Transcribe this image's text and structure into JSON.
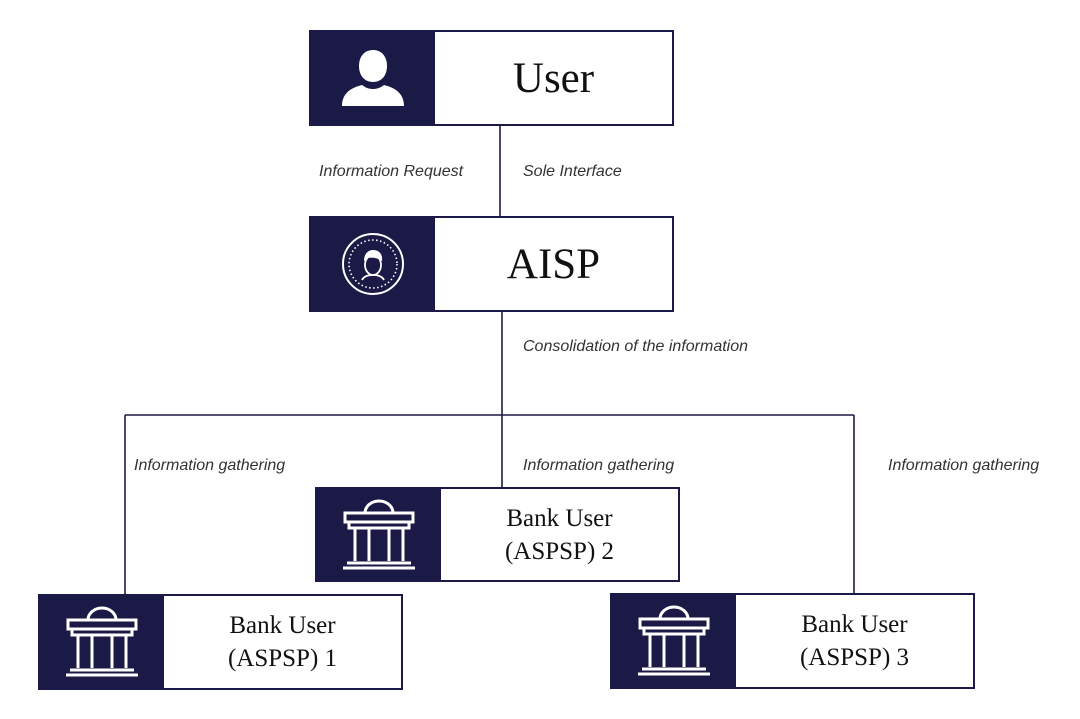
{
  "colors": {
    "node_fill": "#1b1a47",
    "line": "#1b1a47",
    "text": "#111111"
  },
  "nodes": {
    "user": {
      "label": "User",
      "icon": "user-silhouette-icon"
    },
    "aisp": {
      "label": "AISP",
      "icon": "face-badge-icon"
    },
    "bank1": {
      "line1": "Bank User",
      "line2": "(ASPSP) 1",
      "icon": "bank-building-icon"
    },
    "bank2": {
      "line1": "Bank User",
      "line2": "(ASPSP) 2",
      "icon": "bank-building-icon"
    },
    "bank3": {
      "line1": "Bank User",
      "line2": "(ASPSP) 3",
      "icon": "bank-building-icon"
    }
  },
  "edge_labels": {
    "info_request": "Information Request",
    "sole_interface": "Sole Interface",
    "consolidation": "Consolidation of the information",
    "gathering_left": "Information gathering",
    "gathering_center": "Information gathering",
    "gathering_right": "Information gathering"
  }
}
